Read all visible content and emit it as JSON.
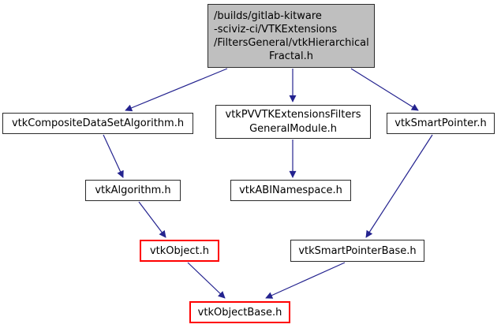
{
  "graph": {
    "nodes": {
      "main": {
        "lines": [
          "/builds/gitlab-kitware",
          "-sciviz-ci/VTKExtensions",
          "/FiltersGeneral/vtkHierarchical",
          "Fractal.h"
        ]
      },
      "composite": {
        "label": "vtkCompositeDataSetAlgorithm.h"
      },
      "module": {
        "lines": [
          "vtkPVVTKExtensionsFilters",
          "GeneralModule.h"
        ]
      },
      "smartpointer": {
        "label": "vtkSmartPointer.h"
      },
      "algorithm": {
        "label": "vtkAlgorithm.h"
      },
      "abinamespace": {
        "label": "vtkABINamespace.h"
      },
      "object": {
        "label": "vtkObject.h"
      },
      "smartpointerbase": {
        "label": "vtkSmartPointerBase.h"
      },
      "objectbase": {
        "label": "vtkObjectBase.h"
      }
    },
    "edges": [
      {
        "from": "main",
        "to": "composite"
      },
      {
        "from": "main",
        "to": "module"
      },
      {
        "from": "main",
        "to": "smartpointer"
      },
      {
        "from": "composite",
        "to": "algorithm"
      },
      {
        "from": "module",
        "to": "abinamespace"
      },
      {
        "from": "smartpointer",
        "to": "smartpointerbase"
      },
      {
        "from": "algorithm",
        "to": "object"
      },
      {
        "from": "object",
        "to": "objectbase"
      },
      {
        "from": "smartpointerbase",
        "to": "objectbase"
      }
    ]
  },
  "colors": {
    "page_bg": "#ffffff",
    "edge": "#24238f",
    "current_node_fill": "#bfbfbf",
    "node_border": "#2b2b2b",
    "highlight_border": "#ff0000",
    "text": "#000000"
  }
}
